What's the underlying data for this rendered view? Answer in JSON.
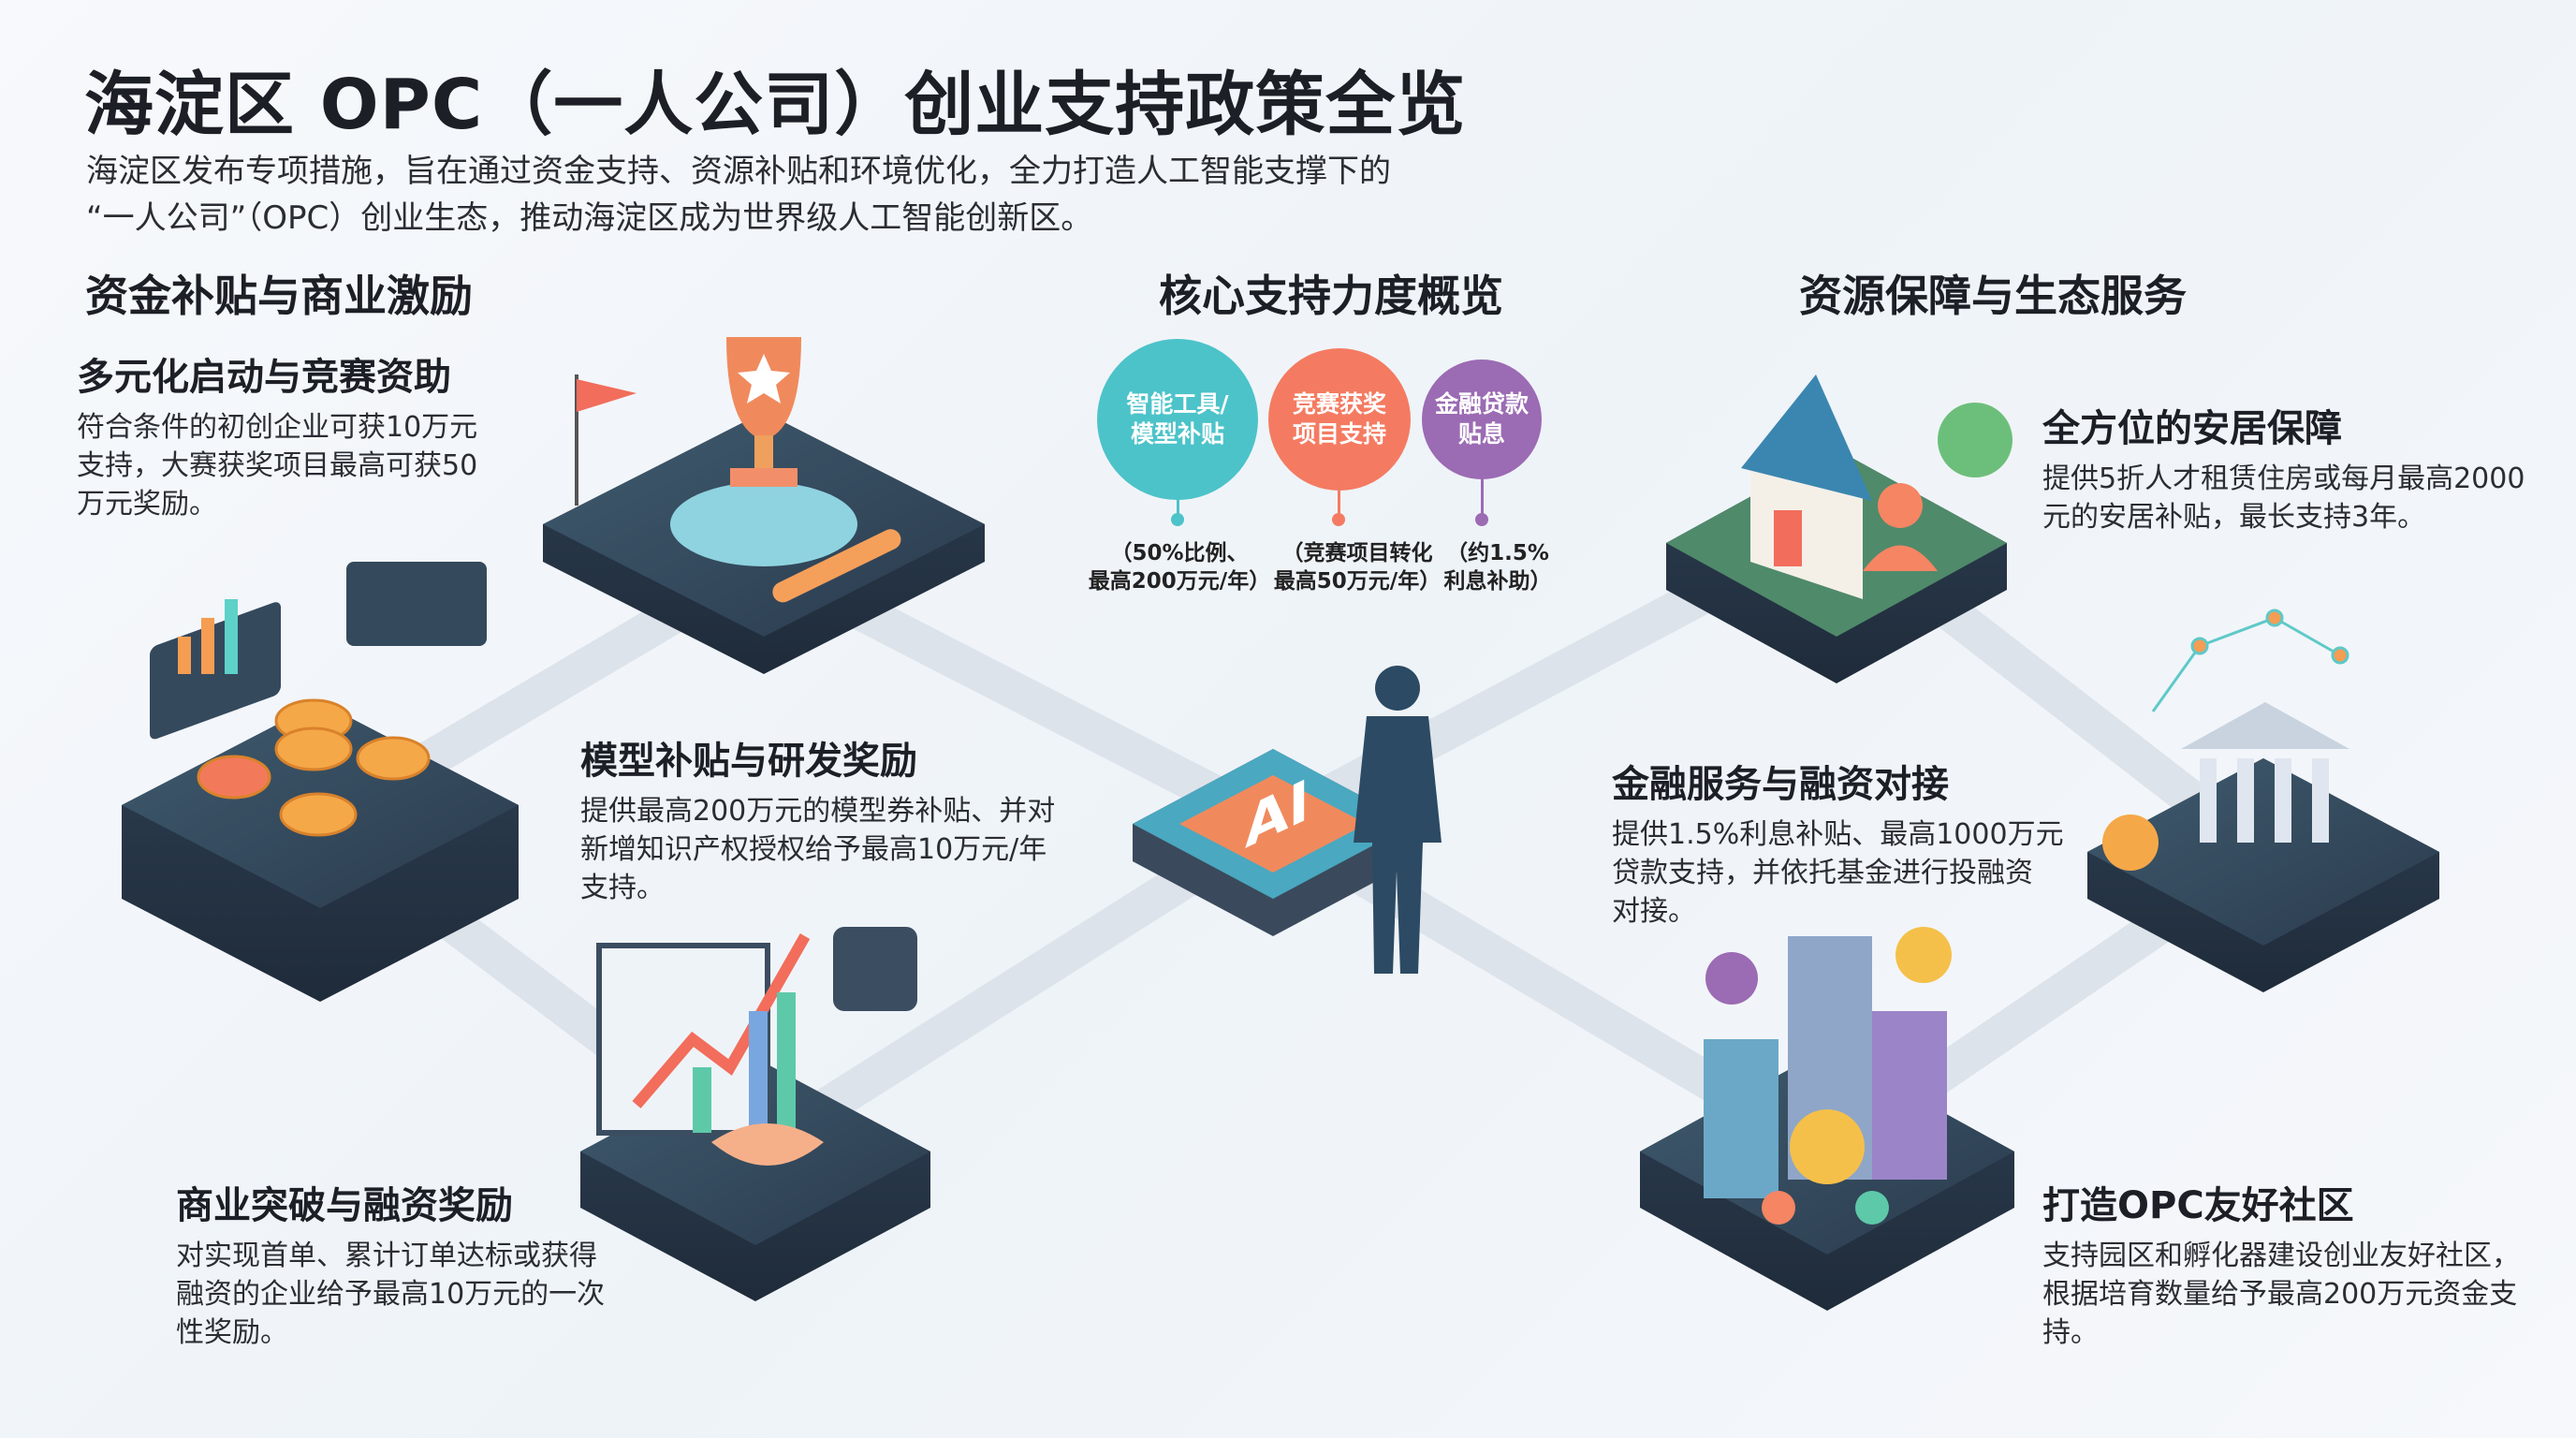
{
  "title": "海淀区 OPC（一人公司）创业支持政策全览",
  "subtitle": [
    "海淀区发布专项措施，旨在通过资金支持、资源补贴和环境优化，全力打造人工智能支撑下的",
    "“一人公司”（OPC）创业生态，推动海淀区成为世界级人工智能创新区。"
  ],
  "sections": {
    "left": "资金补贴与商业激励",
    "center": "核心支持力度概览",
    "right": "资源保障与生态服务"
  },
  "blocks": [
    {
      "heading": "多元化启动与竞赛资助",
      "body": [
        "符合条件的初创企业可获10万元",
        "支持，大赛获奖项目最高可获50",
        "万元奖励。"
      ]
    },
    {
      "heading": "模型补贴与研发奖励",
      "body": [
        "提供最高200万元的模型券补贴、并对",
        "新增知识产权授权给予最高10万元/年",
        "支持。"
      ]
    },
    {
      "heading": "商业突破与融资奖励",
      "body": [
        "对实现首单、累计订单达标或获得",
        "融资的企业给予最高10万元的一次",
        "性奖励。"
      ]
    },
    {
      "heading": "全方位的安居保障",
      "body": [
        "提供5折人才租赁住房或每月最高2000",
        "元的安居补贴，最长支持3年。"
      ]
    },
    {
      "heading": "金融服务与融资对接",
      "body": [
        "提供1.5%利息补贴、最高1000万元",
        "贷款支持，并依托基金进行投融资",
        "对接。"
      ]
    },
    {
      "heading": "打造OPC友好社区",
      "body": [
        "支持园区和孵化器建设创业友好社区，",
        "根据培育数量给予最高200万元资金支",
        "持。"
      ]
    }
  ],
  "highlights": [
    {
      "label": [
        "智能工具/",
        "模型补贴"
      ],
      "caption": [
        "（50%比例、",
        "最高200万元/年）"
      ],
      "color": "#4cc3c9"
    },
    {
      "label": [
        "竞赛获奖",
        "项目支持"
      ],
      "caption": [
        "（竞赛项目转化",
        "最高50万元/年）"
      ],
      "color": "#f47b62"
    },
    {
      "label": [
        "金融贷款",
        "贴息"
      ],
      "caption": [
        "（约1.5%",
        "利息补助）"
      ],
      "color": "#9b6bb3"
    }
  ],
  "chip_label": "AI"
}
